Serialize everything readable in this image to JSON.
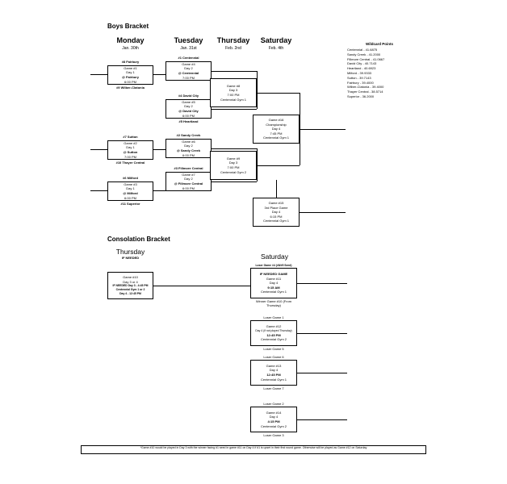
{
  "titles": {
    "boys": "Boys Bracket",
    "consolation": "Consolation Bracket",
    "footnote": "*Game #10 would be played in Day 3 with the winner facing #1 seed in game #11 on Day 4 if #1 is upset in their first round game.  Otherwise will be played as Game #12 on Saturday"
  },
  "columns": {
    "monday": {
      "day": "Monday",
      "date": "Jan. 30th"
    },
    "tuesday": {
      "day": "Tuesday",
      "date": "Jan. 31st"
    },
    "thursday": {
      "day": "Thursday",
      "date": "Feb. 2nd"
    },
    "saturday": {
      "day": "Saturday",
      "date": "Feb. 4th"
    },
    "cons_thursday": {
      "day": "Thursday",
      "note": "IF NEEDED"
    },
    "cons_saturday": {
      "day": "Saturday"
    }
  },
  "wildcard": {
    "title": "Wildcard Points",
    "entries": [
      "Centennial - 41.6875",
      "Sandy Creek - 41.2000",
      "Fillmore Central - 41.0667",
      "David City - 40.7143",
      "Heartland - 40.6923",
      "Milford - 39.9333",
      "Sutton - 39.7143",
      "Fairbury - 39.4000",
      "Wilber-Clatonia - 39.4000",
      "Thayer Central - 38.5714",
      "Superior - 36.2000"
    ]
  },
  "games": {
    "g1": {
      "above": "#8 Fairbury",
      "l1": "Game #1",
      "l2": "Day 1",
      "l3": "@ Fairbury",
      "l4": "6:00 PM",
      "below": "#9 Wilber-Clatonia"
    },
    "g2": {
      "above": "#7 Sutton",
      "l1": "Game #2",
      "l2": "Day 1",
      "l3": "@ Sutton",
      "l4": "7:00 PM",
      "below": "#10 Thayer Central"
    },
    "g3": {
      "above": "#6 Milford",
      "l1": "Game #3",
      "l2": "Day 1",
      "l3": "@ Milford",
      "l4": "6:00 PM",
      "below": "#11 Superior"
    },
    "g4": {
      "above": "#1 Centennial",
      "l1": "Game #4",
      "l2": "Day 2",
      "l3": "@ Centennial",
      "l4": "7:00 PM"
    },
    "g5": {
      "above": "#4 David City",
      "l1": "Game #5",
      "l2": "Day 2",
      "l3": "@ David City",
      "l4": "6:00 PM",
      "below": "#5 Heartland"
    },
    "g6": {
      "above": "#2 Sandy Creek",
      "l1": "Game #6",
      "l2": "Day 2",
      "l3": "@ Sandy Creek",
      "l4": "6:00 PM"
    },
    "g7": {
      "above": "#3 Fillmore Central",
      "l1": "Game #7",
      "l2": "Day 2",
      "l3": "@ Fillmore Central",
      "l4": "6:00 PM"
    },
    "g8": {
      "l1": "Game #8",
      "l2": "Day 3",
      "l3": "7:00 PM",
      "l4": "Centennial Gym 1"
    },
    "g9": {
      "l1": "Game #9",
      "l2": "Day 3",
      "l3": "7:00 PM",
      "l4": "Centennial Gym 2"
    },
    "championship": {
      "l1": "Game #16",
      "l2": "Championship",
      "l3": "Day 4",
      "l4": "7:45 PM",
      "l5": "Centennial Gym 1"
    },
    "third_place": {
      "l1": "Game #15",
      "l2": "3rd Place Game",
      "l3": "Day 4",
      "l4": "6:15 PM",
      "l5": "Centennial Gym 1"
    },
    "g10": {
      "l1": "Game #10",
      "l2": "Day 3 or 4",
      "l3": "IF NEEDED Day 3 - 4:45 PM",
      "l4": "Centennial Gym 1 or 2",
      "l5": "Day 4 - 12:45 PM"
    },
    "g11": {
      "above": "Loser Game #4 (#8/#9 Seed)",
      "l1": "IF NEEDED GAME",
      "l2": "Game #11",
      "l3": "Day 4",
      "l4": "9:15 AM",
      "l5": "Centennial Gym 1",
      "below": "Winner Game #10 (From Thursday)"
    },
    "g12": {
      "above": "Loser Game 1",
      "l1": "Game #12",
      "l2": "Day 4 (if not played Thursday)",
      "l3": "12:45 PM",
      "l4": "Centennial Gym 2",
      "below": "Loser Game 5"
    },
    "g13": {
      "above": "Loser Game 6",
      "l1": "Game #13",
      "l2": "Day 4",
      "l3": "12:45 PM",
      "l4": "Centennial Gym 1",
      "below": "Loser Game 7"
    },
    "g14": {
      "above": "Loser Game 2",
      "l1": "Game #14",
      "l2": "Day 4",
      "l3": "4:15 PM",
      "l4": "Centennial Gym 2",
      "below": "Loser Game 3"
    }
  }
}
